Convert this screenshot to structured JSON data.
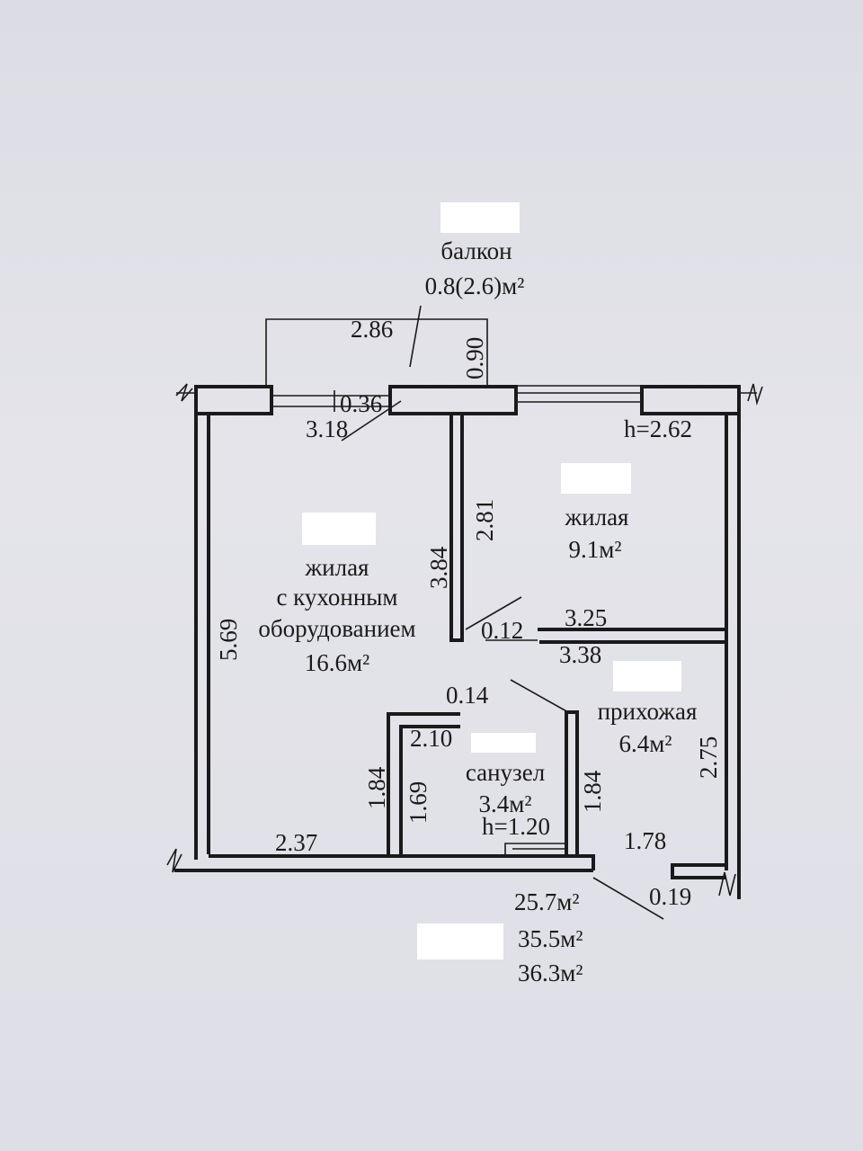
{
  "rooms": {
    "balcony": {
      "name": "балкон",
      "area": "0.8(2.6)м²"
    },
    "living_kitchen": {
      "line1": "жилая",
      "line2": "с кухонным",
      "line3": "оборудованием",
      "area": "16.6м²"
    },
    "bedroom": {
      "name": "жилая",
      "area": "9.1м²"
    },
    "hallway": {
      "name": "прихожая",
      "area": "6.4м²"
    },
    "bathroom": {
      "name": "санузел",
      "area": "3.4м²",
      "height": "h=1.20"
    }
  },
  "ceiling_height": "h=2.62",
  "dimensions": {
    "balcony_width": "2.86",
    "balcony_depth": "0.90",
    "window_gap": "0.36",
    "window_width": "3.18",
    "left_wall": "5.69",
    "partition_long": "3.84",
    "partition_short": "2.81",
    "partition_thickness": "0.12",
    "hall_top": "3.25",
    "hall_bottom": "3.38",
    "bath_wall_thickness": "0.14",
    "bath_width": "2.10",
    "bath_left_outer": "1.84",
    "bath_left_inner": "1.69",
    "bath_right": "1.84",
    "bottom_left": "2.37",
    "hall_right": "2.75",
    "entry_width": "1.78",
    "entry_wall": "0.19"
  },
  "totals": [
    "25.7м²",
    "35.5м²",
    "36.3м²"
  ]
}
